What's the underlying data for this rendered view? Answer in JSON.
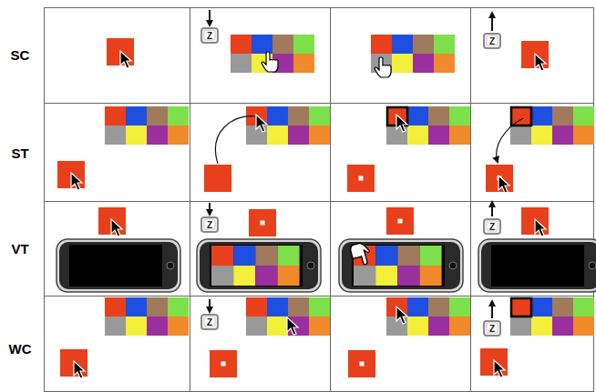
{
  "diagram": {
    "labels": [
      "SC",
      "Z",
      "Z",
      "ST",
      "VT",
      "Z",
      "Z",
      "WC",
      "Z",
      "Z"
    ]
  }
}
